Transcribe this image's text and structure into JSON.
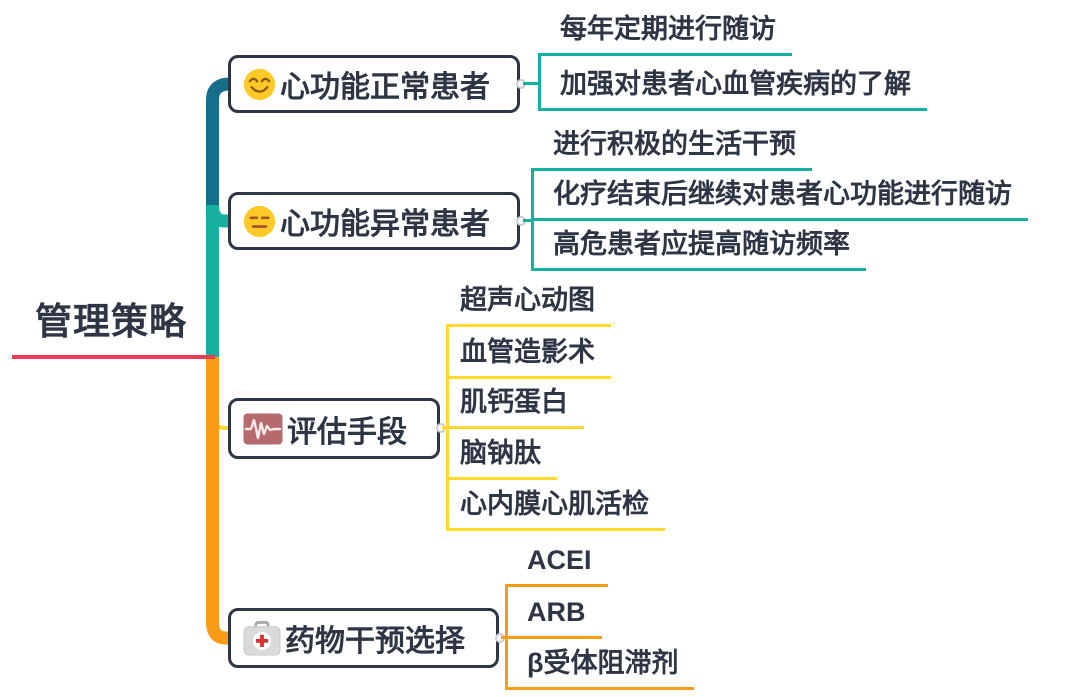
{
  "root": {
    "label": "管理策略"
  },
  "branches": [
    {
      "label": "心功能正常患者",
      "icon": "smiling-face-icon",
      "children": [
        "每年定期进行随访",
        "加强对患者心血管疾病的了解"
      ]
    },
    {
      "label": "心功能异常患者",
      "icon": "expressionless-face-icon",
      "children": [
        "进行积极的生活干预",
        "化疗结束后继续对患者心功能进行随访",
        "高危患者应提高随访频率"
      ]
    },
    {
      "label": "评估手段",
      "icon": "ecg-monitor-icon",
      "children": [
        "超声心动图",
        "血管造影术",
        "肌钙蛋白",
        "脑钠肽",
        "心内膜心肌活检"
      ]
    },
    {
      "label": "药物干预选择",
      "icon": "first-aid-kit-icon",
      "children": [
        "ACEI",
        "ARB",
        "β受体阻滞剂"
      ]
    }
  ],
  "colors": {
    "darkteal": "#166f8a",
    "teal": "#16b0a0",
    "yellow": "#fed831",
    "orange": "#f99d18",
    "red": "#e73c52",
    "ink": "#2e3545"
  }
}
